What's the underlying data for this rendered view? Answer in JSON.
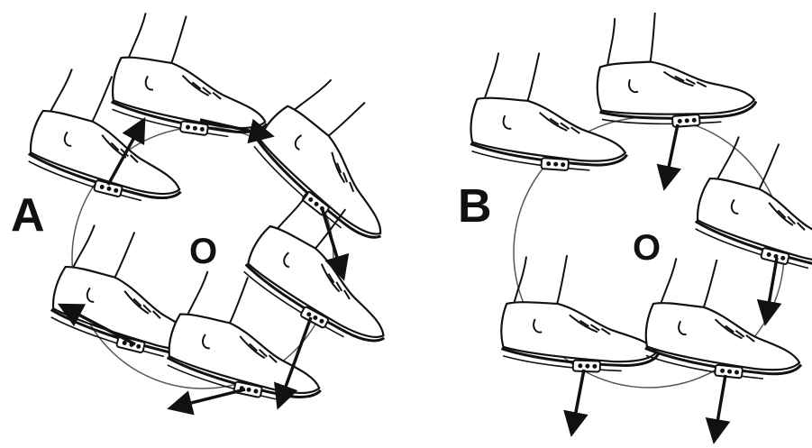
{
  "panels": [
    {
      "label": "A",
      "center_label": "O"
    },
    {
      "label": "B",
      "center_label": "O"
    }
  ],
  "colors": {
    "ink": "#111111",
    "paper": "#ffffff",
    "faint": "#555555"
  }
}
